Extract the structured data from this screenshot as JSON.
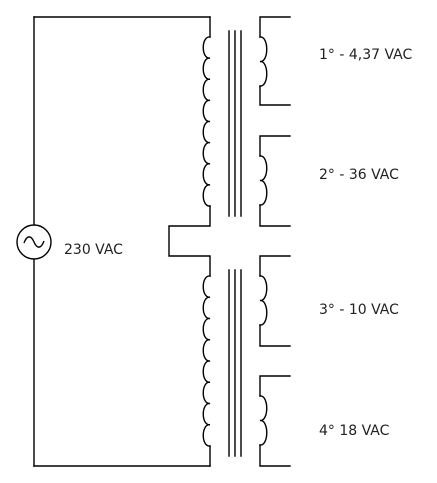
{
  "source": {
    "label": "230 VAC",
    "symbol": "ac-source-icon"
  },
  "secondaries": [
    {
      "label": "1° - 4,37 VAC"
    },
    {
      "label": "2° - 36 VAC"
    },
    {
      "label": "3° - 10 VAC"
    },
    {
      "label": "4° 18 VAC"
    }
  ]
}
